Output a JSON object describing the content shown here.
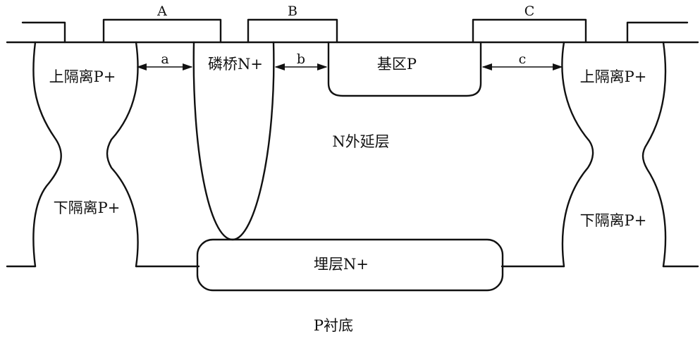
{
  "regions": {
    "upper_isolation_left": "上隔离P+",
    "upper_isolation_right": "上隔离P+",
    "lower_isolation_left": "下隔离P+",
    "lower_isolation_right": "下隔离P+",
    "phosphorus_bridge": "磷桥N+",
    "base_region": "基区P",
    "n_epitaxial_layer": "N外延层",
    "buried_layer": "埋层N+",
    "p_substrate": "P衬底"
  },
  "dimensions": {
    "A": "A",
    "B": "B",
    "C": "C",
    "a": "a",
    "b": "b",
    "c": "c"
  },
  "colors": {
    "line": "#111111",
    "background": "#ffffff"
  }
}
